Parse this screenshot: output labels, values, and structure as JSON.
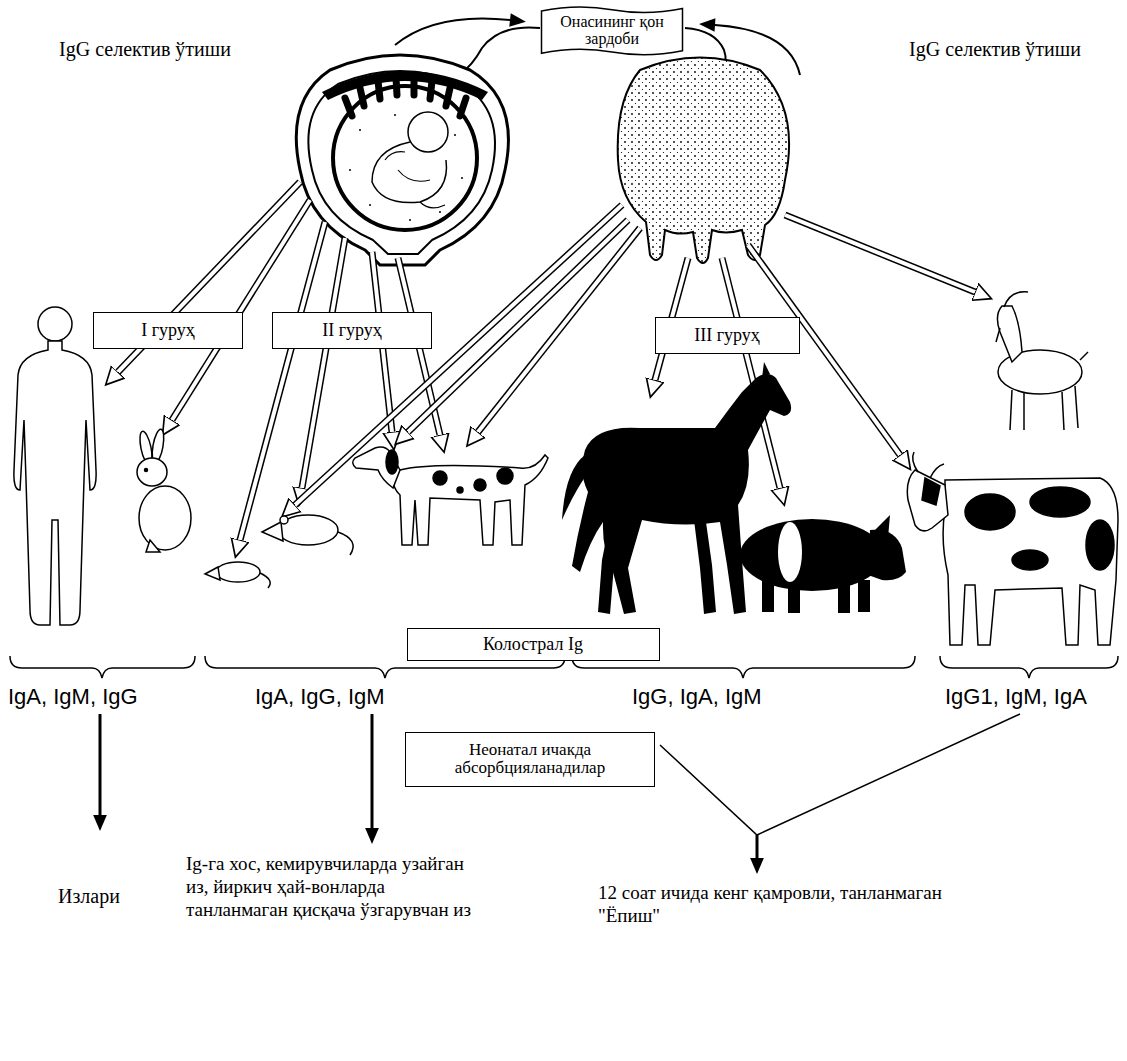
{
  "diagram": {
    "nodes": [
      {
        "text": [
          "Онасининг қон зардоби"
        ]
      },
      {
        "text": [
          "I гуруҳ"
        ]
      },
      {
        "text": [
          "II гуруҳ"
        ]
      },
      {
        "text": [
          "III гуруҳ"
        ]
      },
      {
        "text": [
          "Колострал Ig"
        ]
      },
      {
        "text": [
          "Неонатал ичакда абсорбцияланадилар"
        ]
      }
    ],
    "labels": [
      "IgG селектив ўтиши",
      "IgG селектив ўтиши",
      "IgA, IgM, IgG",
      "IgA, IgG, IgM",
      "IgG, IgA, IgM",
      "IgG1, IgM, IgA",
      "Излари",
      "Ig-га хос, кемирувчиларда узайган из, йиркич ҳай-вонларда танланмаган қисқача ўзгарувчан из",
      "12 соат ичида кенг қамровли, танланмаган \"Ёпиш\""
    ]
  }
}
